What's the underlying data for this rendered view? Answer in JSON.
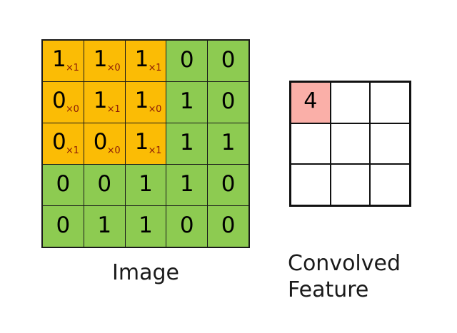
{
  "colors": {
    "kernel_highlight": "#FBBC05",
    "image_cell": "#8DCB51",
    "feature_highlight": "#FAAFA8",
    "grid_line": "#1a1a1a",
    "subscript": "#8a1a08"
  },
  "image_matrix": {
    "caption": "Image",
    "rows": 5,
    "cols": 5,
    "cells": [
      [
        {
          "value": "1",
          "sub": "×1",
          "fill": "orange"
        },
        {
          "value": "1",
          "sub": "×0",
          "fill": "orange"
        },
        {
          "value": "1",
          "sub": "×1",
          "fill": "orange"
        },
        {
          "value": "0",
          "sub": "",
          "fill": "green"
        },
        {
          "value": "0",
          "sub": "",
          "fill": "green"
        }
      ],
      [
        {
          "value": "0",
          "sub": "×0",
          "fill": "orange"
        },
        {
          "value": "1",
          "sub": "×1",
          "fill": "orange"
        },
        {
          "value": "1",
          "sub": "×0",
          "fill": "orange"
        },
        {
          "value": "1",
          "sub": "",
          "fill": "green"
        },
        {
          "value": "0",
          "sub": "",
          "fill": "green"
        }
      ],
      [
        {
          "value": "0",
          "sub": "×1",
          "fill": "orange"
        },
        {
          "value": "0",
          "sub": "×0",
          "fill": "orange"
        },
        {
          "value": "1",
          "sub": "×1",
          "fill": "orange"
        },
        {
          "value": "1",
          "sub": "",
          "fill": "green"
        },
        {
          "value": "1",
          "sub": "",
          "fill": "green"
        }
      ],
      [
        {
          "value": "0",
          "sub": "",
          "fill": "green"
        },
        {
          "value": "0",
          "sub": "",
          "fill": "green"
        },
        {
          "value": "1",
          "sub": "",
          "fill": "green"
        },
        {
          "value": "1",
          "sub": "",
          "fill": "green"
        },
        {
          "value": "0",
          "sub": "",
          "fill": "green"
        }
      ],
      [
        {
          "value": "0",
          "sub": "",
          "fill": "green"
        },
        {
          "value": "1",
          "sub": "",
          "fill": "green"
        },
        {
          "value": "1",
          "sub": "",
          "fill": "green"
        },
        {
          "value": "0",
          "sub": "",
          "fill": "green"
        },
        {
          "value": "0",
          "sub": "",
          "fill": "green"
        }
      ]
    ]
  },
  "feature_matrix": {
    "caption_line1": "Convolved",
    "caption_line2": "Feature",
    "rows": 3,
    "cols": 3,
    "cells": [
      [
        {
          "value": "4",
          "fill": "pink"
        },
        {
          "value": "",
          "fill": "white"
        },
        {
          "value": "",
          "fill": "white"
        }
      ],
      [
        {
          "value": "",
          "fill": "white"
        },
        {
          "value": "",
          "fill": "white"
        },
        {
          "value": "",
          "fill": "white"
        }
      ],
      [
        {
          "value": "",
          "fill": "white"
        },
        {
          "value": "",
          "fill": "white"
        },
        {
          "value": "",
          "fill": "white"
        }
      ]
    ]
  }
}
